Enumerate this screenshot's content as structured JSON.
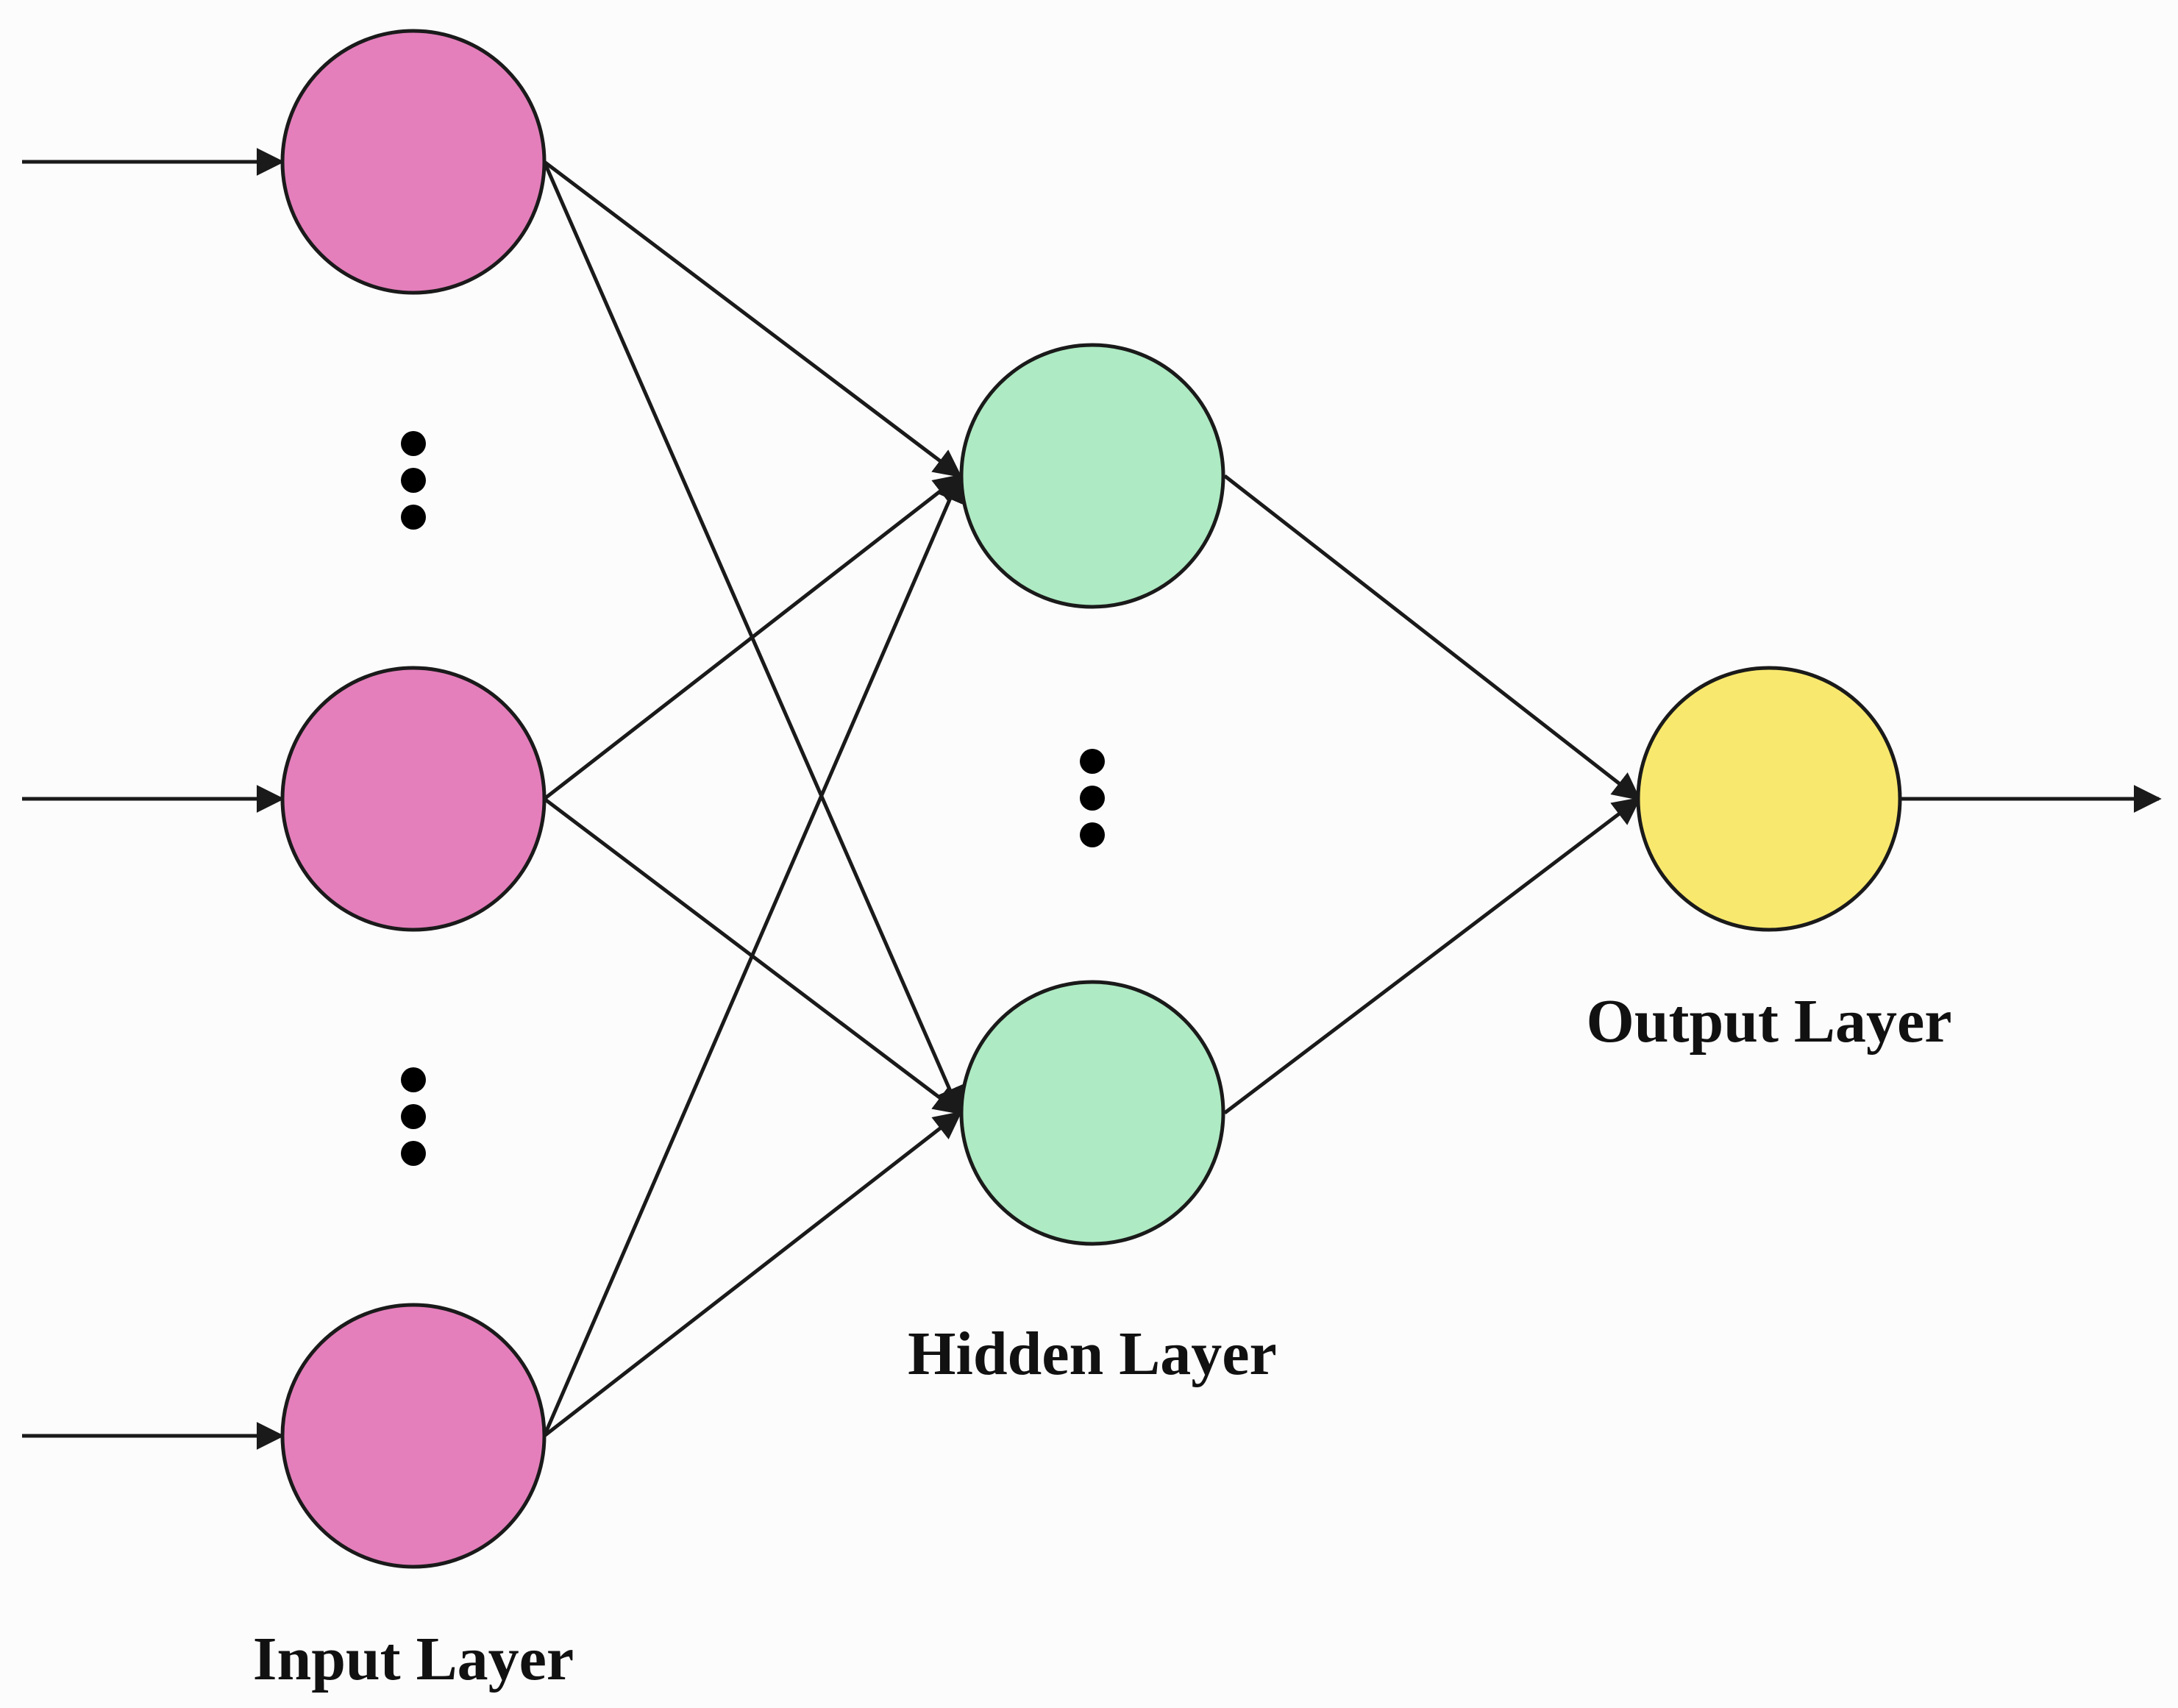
{
  "labels": {
    "input_layer": "Input Layer",
    "hidden_layer": "Hidden Layer",
    "output_layer": "Output Layer"
  },
  "colors": {
    "input_node": "#e47fbb",
    "hidden_node": "#aeeac3",
    "output_node": "#f8e86e",
    "line": "#1a1a1a",
    "background": "#fcfcfc"
  },
  "layers": {
    "input": {
      "shown_nodes": 3,
      "ellipsis_groups": 2
    },
    "hidden": {
      "shown_nodes": 2,
      "ellipsis_groups": 1
    },
    "output": {
      "shown_nodes": 1
    }
  },
  "connections": "fully-connected"
}
